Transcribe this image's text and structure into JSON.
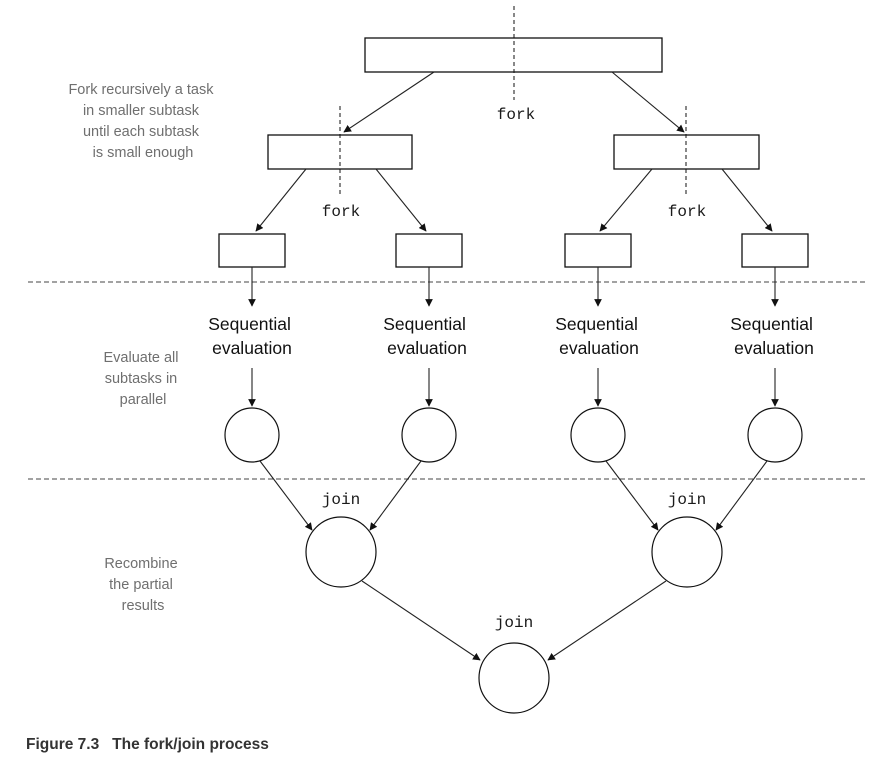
{
  "labels": {
    "fork_section": [
      "Fork recursively a task",
      "in smaller subtask",
      "until each subtask",
      "is small enough"
    ],
    "evaluate_section": [
      "Evaluate all",
      "subtasks in",
      "parallel"
    ],
    "recombine_section": [
      "Recombine",
      "the partial",
      "results"
    ]
  },
  "operations": {
    "fork": "fork",
    "join": "join"
  },
  "leaf_tasks": [
    [
      "Sequential",
      "evaluation"
    ],
    [
      "Sequential",
      "evaluation"
    ],
    [
      "Sequential",
      "evaluation"
    ],
    [
      "Sequential",
      "evaluation"
    ]
  ],
  "caption": {
    "number": "Figure 7.3",
    "title": "The fork/join process"
  }
}
